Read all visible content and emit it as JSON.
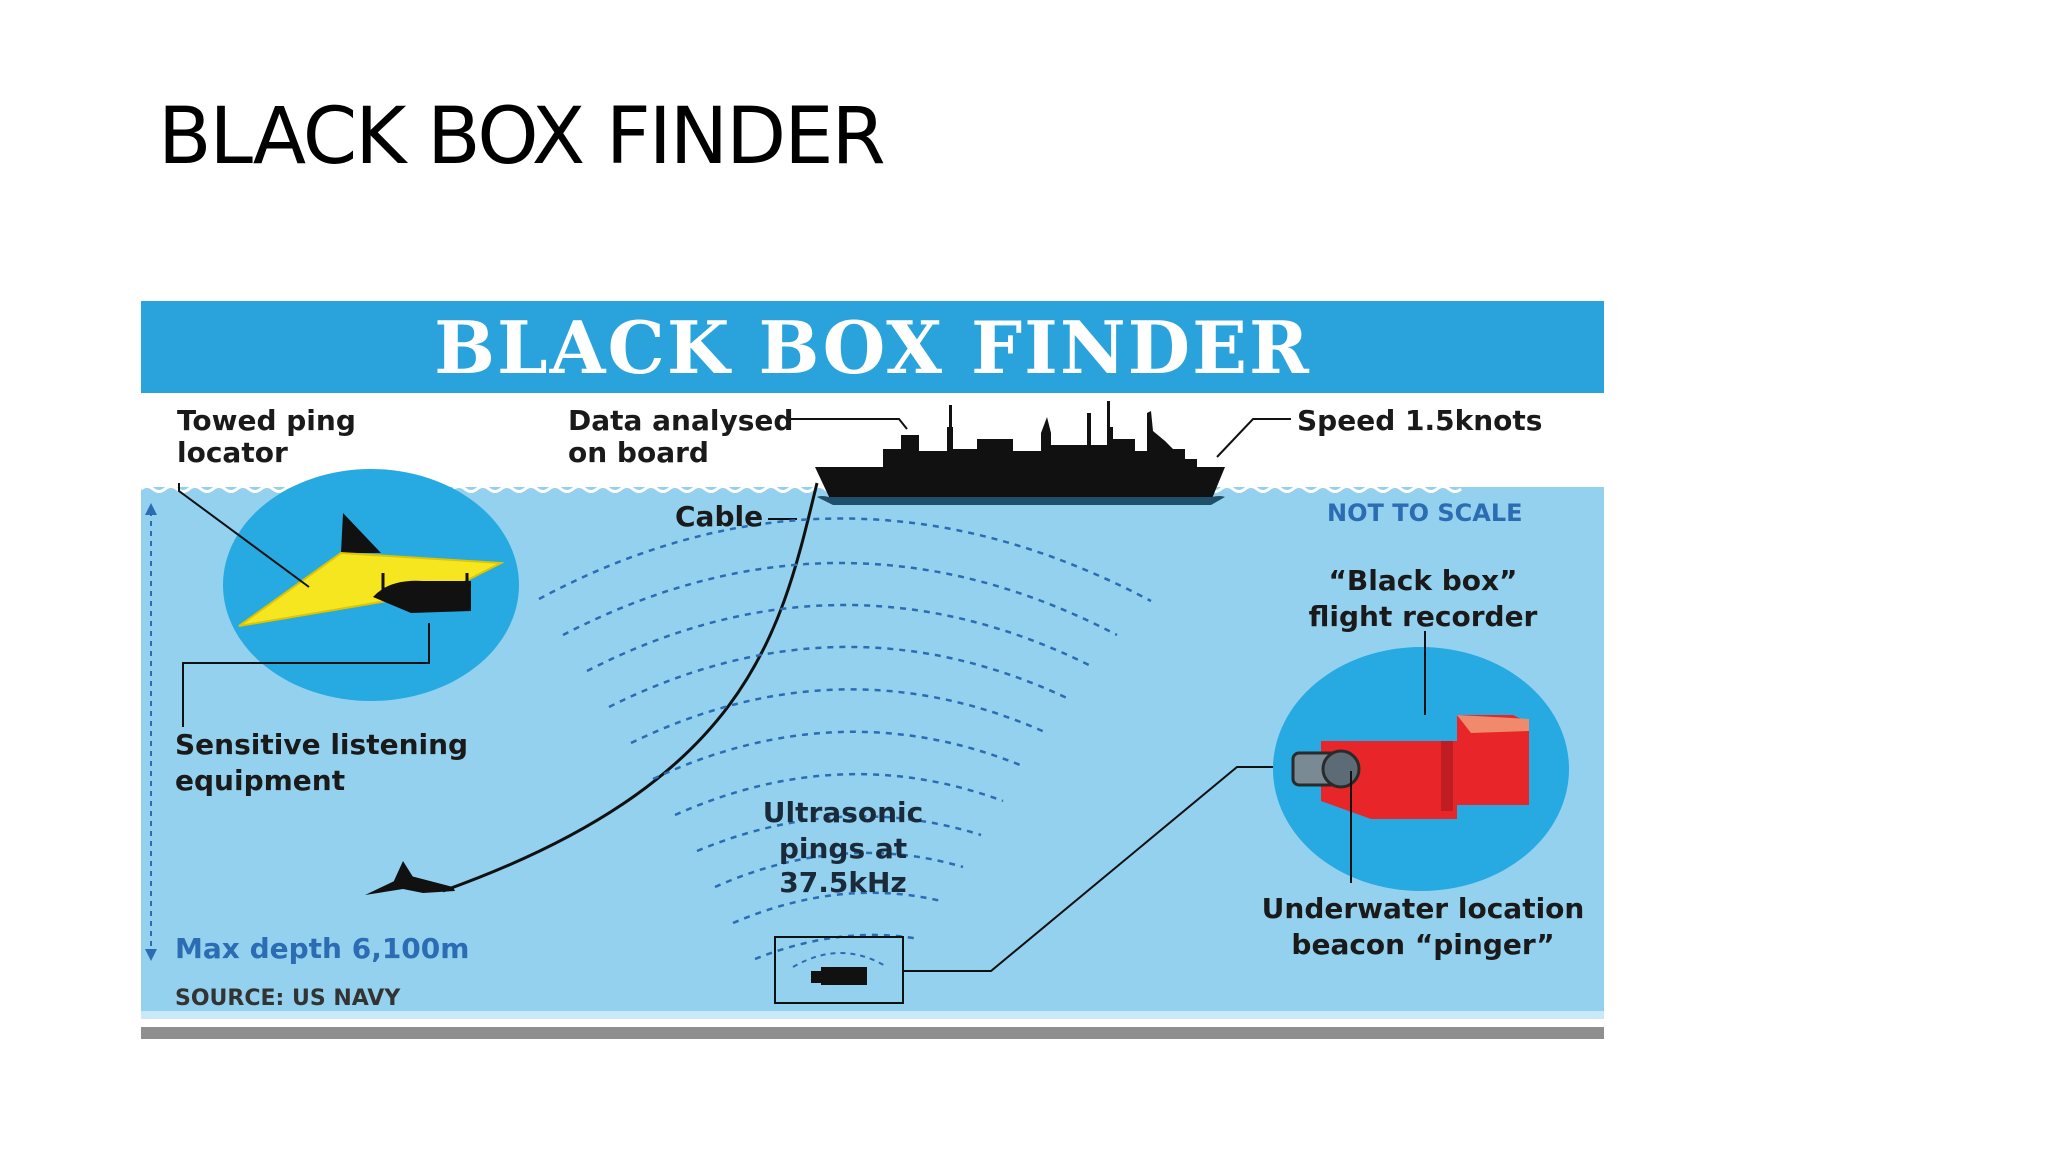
{
  "slide": {
    "title": "BLACK BOX FINDER"
  },
  "infographic": {
    "banner_title": "BLACK BOX FINDER",
    "labels": {
      "towed_ping_locator": [
        "Towed ping",
        "locator"
      ],
      "data_analysed": [
        "Data analysed",
        "on board"
      ],
      "speed": "Speed 1.5knots",
      "not_to_scale": "NOT TO SCALE",
      "cable": "Cable",
      "black_box": [
        "“Black box”",
        "flight recorder"
      ],
      "sensitive_equipment": [
        "Sensitive listening",
        "equipment"
      ],
      "ultrasonic_pings": [
        "Ultrasonic",
        "pings at",
        "37.5kHz"
      ],
      "beacon": [
        "Underwater location",
        "beacon “pinger”"
      ],
      "max_depth": "Max depth 6,100m",
      "source": "SOURCE: US NAVY"
    },
    "colors": {
      "banner": "#2aa3dc",
      "sea": "#93d1ef",
      "circle": "#27a9e1",
      "locator": "#f5e61f",
      "recorder": "#e8262a",
      "label_blue": "#2b6cb3"
    }
  }
}
